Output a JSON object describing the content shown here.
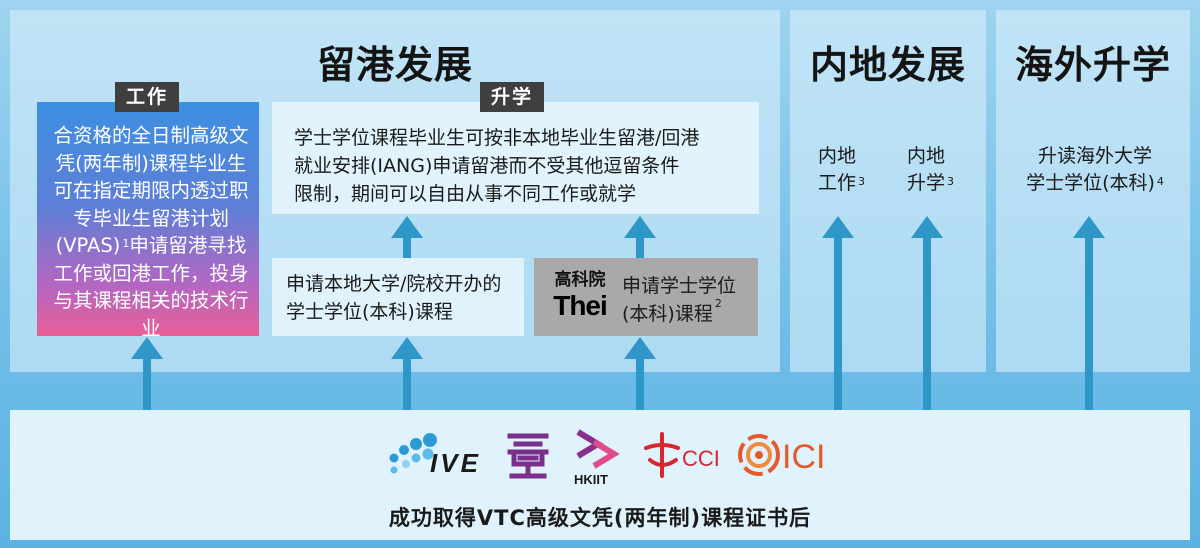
{
  "panels": {
    "hk": {
      "title": "留港发展"
    },
    "mainland": {
      "title": "内地发展"
    },
    "overseas": {
      "title": "海外升学"
    }
  },
  "work": {
    "tag": "工作",
    "text": "合资格的全日制高级文凭(两年制)课程毕业生可在指定期限内透过职专毕业生留港计划(VPAS)",
    "sup": "1",
    "text2": "申请留港寻找工作或回港工作，投身与其课程相关的技术行业"
  },
  "study": {
    "tag": "升学",
    "iang_line1": "学士学位课程毕业生可按非本地毕业生留港/回港",
    "iang_line2": "就业安排(IANG)申请留港而不受其他逗留条件",
    "iang_line3": "限制，期间可以自由从事不同工作或就学",
    "local_line1": "申请本地大学/院校开办的",
    "local_line2": "学士学位(本科)课程",
    "thei_logo_cn": "高科院",
    "thei_logo_en": "Thei",
    "thei_line1": "申请学士学位",
    "thei_line2": "(本科)课程",
    "thei_sup": "2"
  },
  "mainland": {
    "work_line1": "内地",
    "work_line2": "工作",
    "work_sup": "3",
    "study_line1": "内地",
    "study_line2": "升学",
    "study_sup": "3"
  },
  "overseas": {
    "line1": "升读海外大学",
    "line2": "学士学位(本科)",
    "sup": "4"
  },
  "logos": {
    "ive": "IVE",
    "hkiit": "HKIIT",
    "cci": "CCI",
    "ici": "ICI"
  },
  "bottom": {
    "label": "成功取得VTC高级文凭(两年制)课程证书后"
  },
  "colors": {
    "arrow": "#2f96c8",
    "tag_bg": "#3f3f3f",
    "cci_red": "#d7262e",
    "ici_orange": "#e35a2b",
    "hkiit_purple": "#8a2f8e",
    "ive_blue": "#2a9bd6"
  }
}
